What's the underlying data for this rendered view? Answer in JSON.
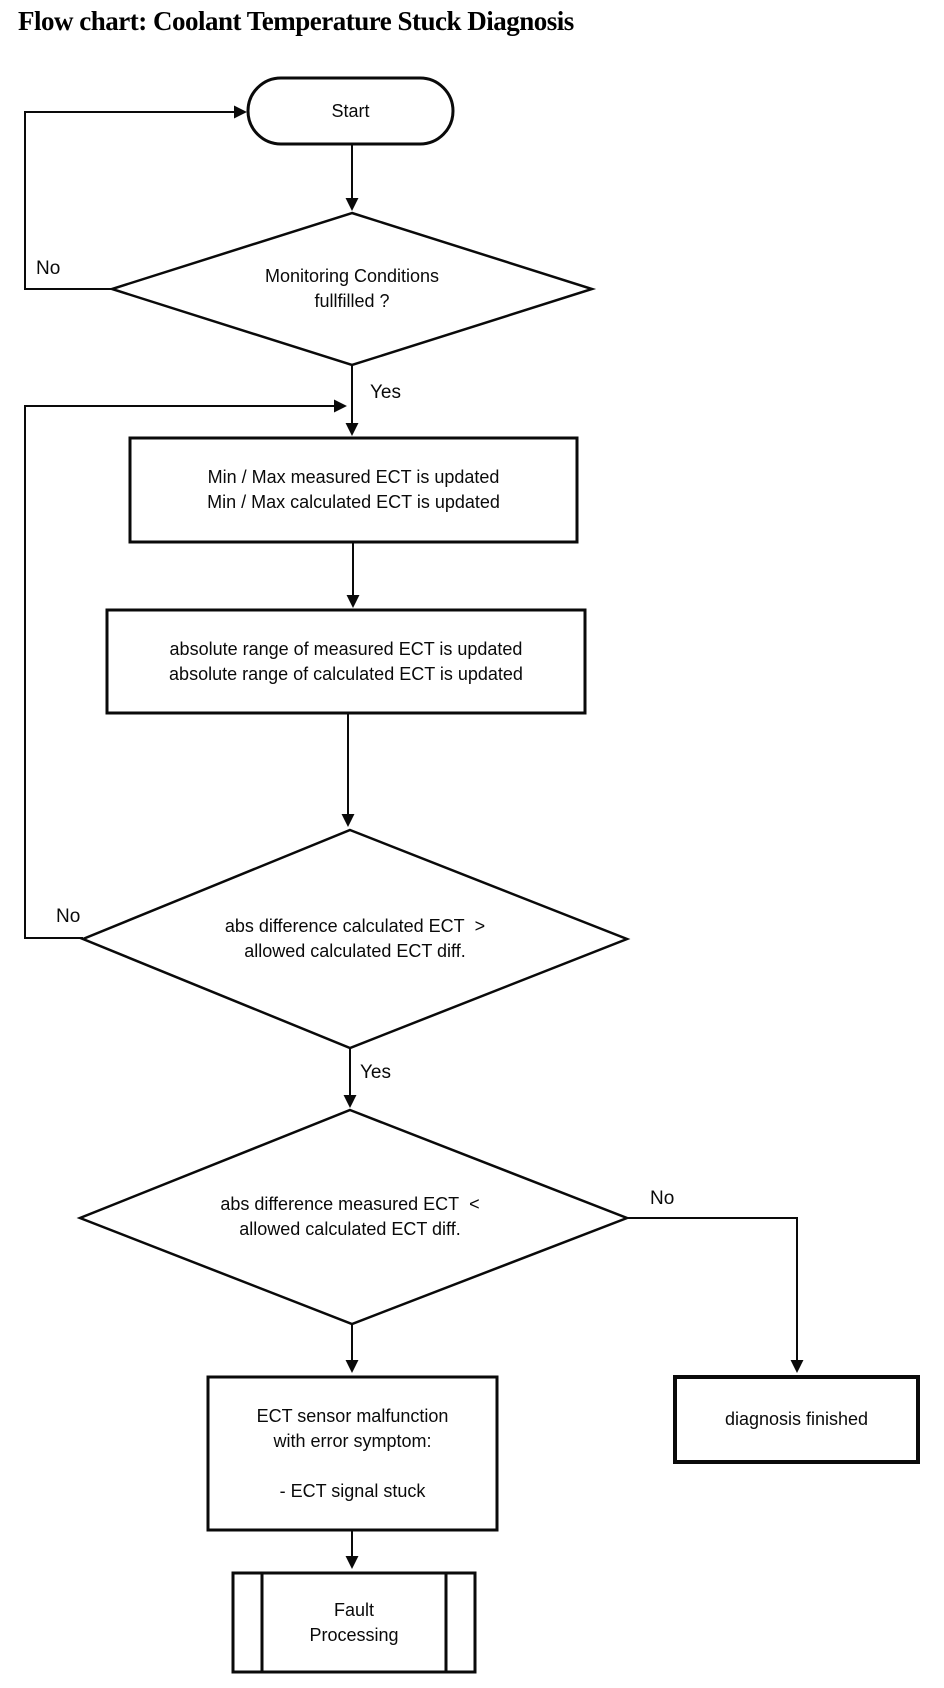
{
  "title": "Flow chart: Coolant Temperature Stuck Diagnosis",
  "diagram_type": "flowchart",
  "nodes": {
    "start": {
      "type": "terminator",
      "label": "Start"
    },
    "monitoring_decision": {
      "type": "decision",
      "label": "Monitoring Conditions\nfullfilled ?"
    },
    "update_minmax": {
      "type": "process",
      "label": "Min / Max measured ECT is updated\nMin / Max calculated ECT is updated"
    },
    "update_range": {
      "type": "process",
      "label": "absolute range of measured ECT is updated\nabsolute range of calculated ECT is updated"
    },
    "calc_diff_decision": {
      "type": "decision",
      "label": "abs difference calculated ECT  >\nallowed calculated ECT diff."
    },
    "meas_diff_decision": {
      "type": "decision",
      "label": "abs difference measured ECT  <\nallowed calculated ECT diff."
    },
    "malfunction": {
      "type": "process",
      "label": "ECT sensor malfunction\nwith error symptom:\n\n- ECT signal stuck"
    },
    "diagnosis_finished": {
      "type": "process",
      "label": "diagnosis finished"
    },
    "fault_processing": {
      "type": "predefined-process",
      "label": "Fault\nProcessing"
    }
  },
  "edge_labels": {
    "monitoring_no": "No",
    "monitoring_yes": "Yes",
    "calc_diff_no": "No",
    "calc_diff_yes": "Yes",
    "meas_diff_no": "No"
  },
  "edges": [
    {
      "from": "monitoring_decision",
      "to": "start",
      "label": "No"
    },
    {
      "from": "monitoring_decision",
      "to": "update_minmax",
      "label": "Yes"
    },
    {
      "from": "update_minmax",
      "to": "update_range",
      "label": ""
    },
    {
      "from": "update_range",
      "to": "calc_diff_decision",
      "label": ""
    },
    {
      "from": "calc_diff_decision",
      "to": "update_minmax",
      "label": "No"
    },
    {
      "from": "calc_diff_decision",
      "to": "meas_diff_decision",
      "label": "Yes"
    },
    {
      "from": "meas_diff_decision",
      "to": "diagnosis_finished",
      "label": "No"
    },
    {
      "from": "meas_diff_decision",
      "to": "malfunction",
      "label": ""
    },
    {
      "from": "malfunction",
      "to": "fault_processing",
      "label": ""
    }
  ],
  "colors": {
    "line": "#0a0a0a",
    "background": "#ffffff",
    "text": "#0a0a0a"
  }
}
